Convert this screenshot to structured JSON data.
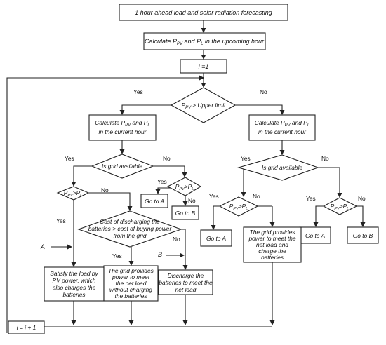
{
  "diagram": {
    "forecast": "1 hour ahead load and solar radiation forecasting",
    "calc_upcoming": [
      "Calculate P",
      "PV",
      " and P",
      "L",
      " in the upcoming hour"
    ],
    "init_i": "i =1",
    "dec_upper": [
      "P",
      "PV",
      "> Upper limit"
    ],
    "yes": "Yes",
    "no": "No",
    "calc_current_a": [
      "Calculate P",
      "PV",
      " and P",
      "L"
    ],
    "calc_current_b": "in the current hour",
    "grid_available": "Is grid available",
    "ppv_pl": [
      "P",
      "PV",
      ">P",
      "L"
    ],
    "goto_a": "Go to A",
    "goto_b": "Go to B",
    "cost_compare": [
      "Cost of discharging the",
      "batteries > cost of buying power",
      "from the grid"
    ],
    "label_a": "A",
    "label_b": "B",
    "satisfy_load": [
      "Satisfy the load by",
      "PV power, which",
      "also charges the",
      "batteries"
    ],
    "grid_no_charge": [
      "The grid provides",
      "power to meet",
      "the net load",
      "without charging",
      "the batteries"
    ],
    "discharge": [
      "Discharge the",
      "batteries to meet the",
      "net load"
    ],
    "grid_charge": [
      "The grid provides",
      "power to meet the",
      "net load and",
      "charge the",
      "batteries"
    ],
    "increment": "i = i + 1"
  }
}
